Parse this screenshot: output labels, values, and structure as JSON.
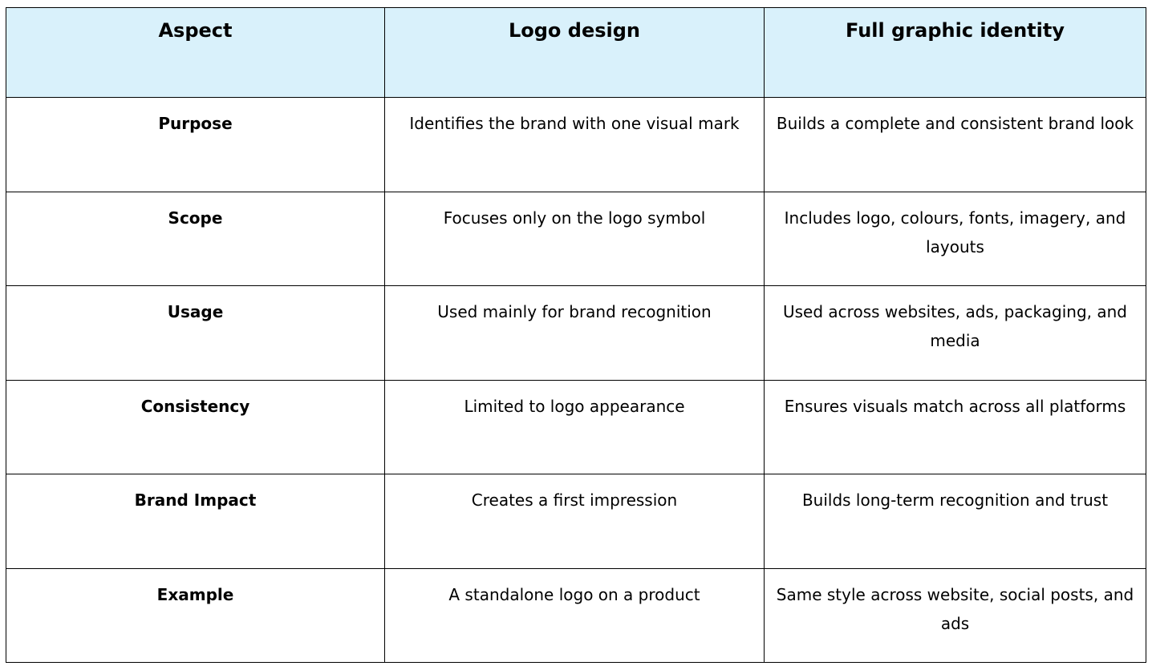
{
  "table": {
    "headers": [
      "Aspect",
      "Logo design",
      "Full graphic identity"
    ],
    "rows": [
      {
        "aspect": "Purpose",
        "logo": "Identifies the brand with one visual mark",
        "identity": "Builds a complete and consistent brand look"
      },
      {
        "aspect": "Scope",
        "logo": "Focuses only on the logo symbol",
        "identity": "Includes logo, colours, fonts, imagery, and layouts"
      },
      {
        "aspect": "Usage",
        "logo": "Used mainly for brand recognition",
        "identity": "Used across websites, ads, packaging, and media"
      },
      {
        "aspect": "Consistency",
        "logo": "Limited to logo appearance",
        "identity": "Ensures visuals match across all platforms"
      },
      {
        "aspect": "Brand Impact",
        "logo": "Creates a first impression",
        "identity": "Builds long-term recognition and trust"
      },
      {
        "aspect": "Example",
        "logo": "A standalone logo on a product",
        "identity": "Same style across website, social posts, and ads"
      }
    ]
  },
  "colors": {
    "header_bg": "#d9f1fb",
    "border": "#000000"
  }
}
